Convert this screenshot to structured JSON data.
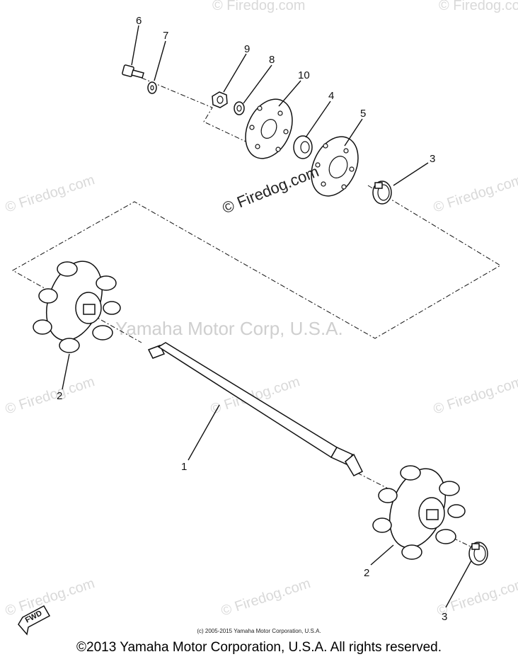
{
  "watermarks": {
    "firedog": "© Firedog.com",
    "center": "Yamaha Motor Corp, U.S.A."
  },
  "fwd_badge": "FWD",
  "part_labels": {
    "p1": "1",
    "p2_left": "2",
    "p2_right": "2",
    "p3_top": "3",
    "p3_bottom": "3",
    "p4": "4",
    "p5": "5",
    "p6": "6",
    "p7": "7",
    "p8": "8",
    "p9": "9",
    "p10": "10"
  },
  "footer": {
    "small_copyright": "(c) 2005-2015 Yamaha Motor Corporation, U.S.A.",
    "big_copyright": "©2013 Yamaha Motor Corporation, U.S.A. All rights reserved."
  }
}
